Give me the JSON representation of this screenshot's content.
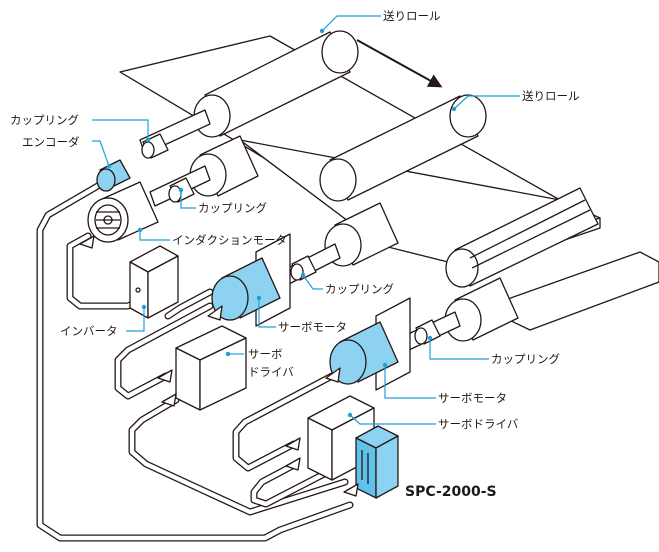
{
  "labels": {
    "feed_roll_top": "送りロール",
    "feed_roll_right": "送りロール",
    "coupling_1": "カップリング",
    "encoder": "エンコーダ",
    "coupling_2": "カップリング",
    "induction_motor": "インダクションモータ",
    "coupling_3": "カップリング",
    "inverter": "インバータ",
    "servo_motor_1": "サーボモータ",
    "servo_driver_1_line1": "サーボ",
    "servo_driver_1_line2": "ドライバ",
    "coupling_4": "カップリング",
    "servo_motor_2": "サーボモータ",
    "servo_driver_2": "サーボドライバ",
    "model": "SPC-2000-S"
  },
  "colors": {
    "highlight_fill": "#8dd3f1",
    "leader_line": "#1ea0d8",
    "outline": "#231815"
  }
}
